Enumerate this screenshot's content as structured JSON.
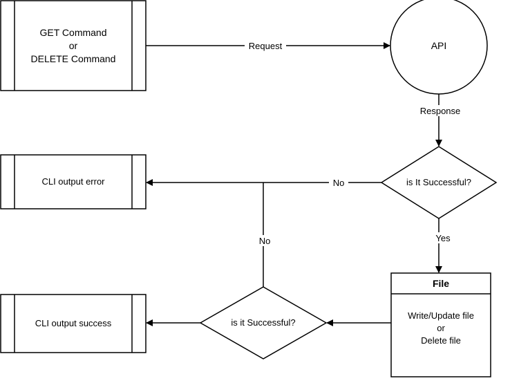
{
  "nodes": {
    "command": {
      "line1": "GET Command",
      "line2": "or",
      "line3": "DELETE Command"
    },
    "api": {
      "label": "API"
    },
    "decision_api": {
      "label": "is It Successful?"
    },
    "cli_error": {
      "label": "CLI output error"
    },
    "file": {
      "header": "File",
      "line1": "Write/Update file",
      "line2": "or",
      "line3": "Delete file"
    },
    "decision_file": {
      "label": "is it Successful?"
    },
    "cli_success": {
      "label": "CLI output success"
    }
  },
  "edges": {
    "request": "Request",
    "response": "Response",
    "no_api": "No",
    "yes_api": "Yes",
    "no_file": "No"
  }
}
